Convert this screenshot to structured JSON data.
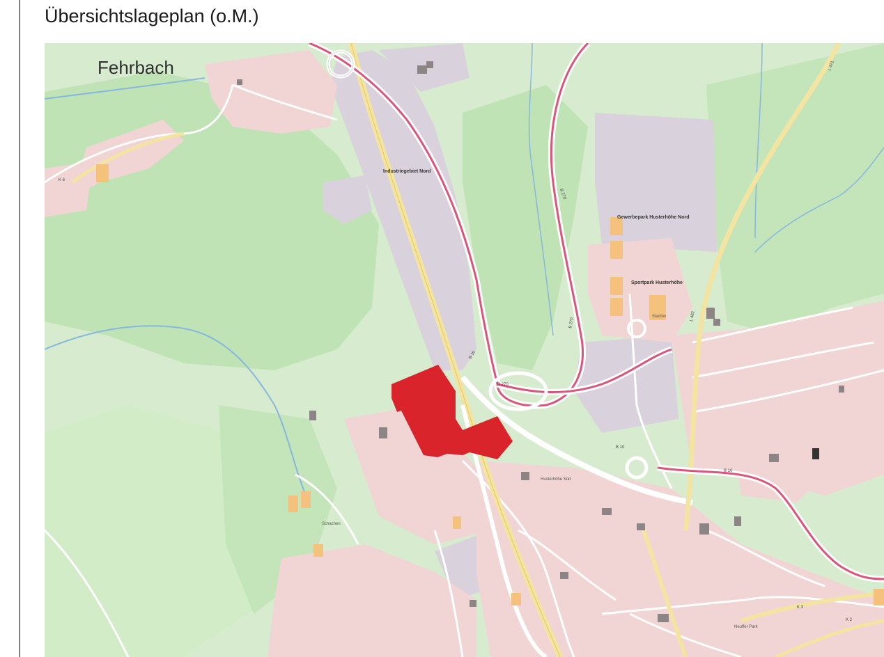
{
  "title": "Übersichtslageplan (o.M.)",
  "map": {
    "place_label": "Fehrbach",
    "area_labels": {
      "industrial": "Industriegebiet Nord",
      "business_park": "Gewerbepark Husterhöhe Nord",
      "sports_park": "Sportpark Husterhöhe",
      "stadium": "Stadion",
      "husterhoehe": "Husterhöhe Süd",
      "schachen": "Schachen",
      "neuffer_park": "Neuffer Park"
    },
    "road_labels": {
      "b10_a": "B 10",
      "b10_b": "B 10",
      "b270_a": "B 270",
      "b270_b": "B 270",
      "b270_c": "B 270",
      "b10_c": "B 10",
      "k2": "K 2",
      "k3": "K 3",
      "k6": "K 6",
      "l482": "L 482",
      "l471": "L 471"
    },
    "colors": {
      "forest": "#bfe3b5",
      "meadow": "#d7ecce",
      "residential": "#f1d5d5",
      "industrial": "#d9d2dd",
      "highlight": "#d9242c",
      "sports": "#f4c27c",
      "water": "#87b7dd",
      "highway": "#d9567a"
    }
  }
}
